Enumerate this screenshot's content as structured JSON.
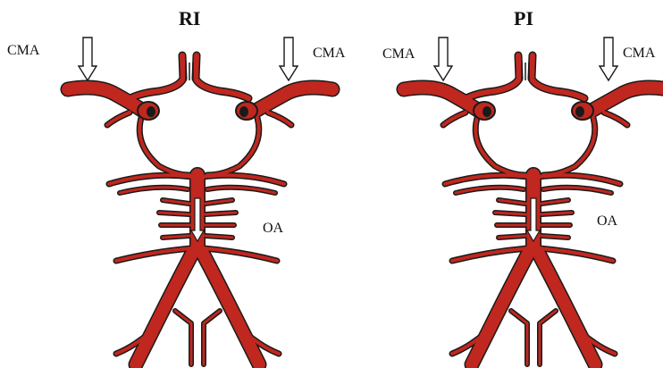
{
  "colors": {
    "artery": "#c0271e",
    "outline": "#1a1a1a",
    "arrow_fill": "#ffffff"
  },
  "panels": [
    {
      "title": "RI",
      "cma_left": "CMA",
      "cma_right": "CMA",
      "oa": "OA"
    },
    {
      "title": "PI",
      "cma_left": "CMA",
      "cma_right": "CMA",
      "oa": "OA"
    }
  ]
}
